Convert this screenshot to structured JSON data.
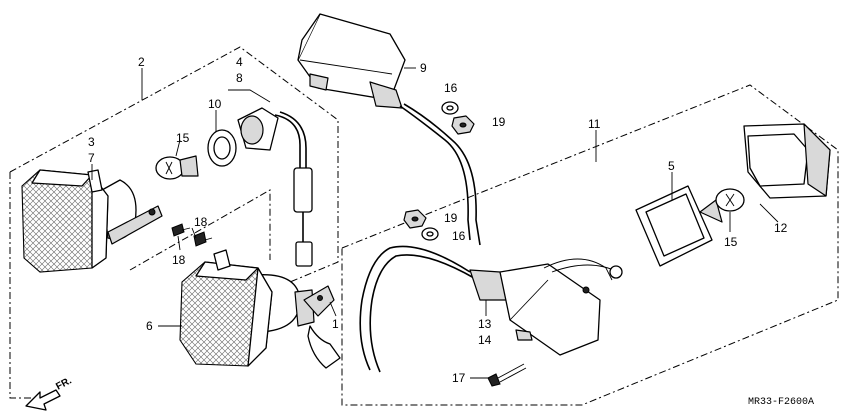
{
  "labels": {
    "l1": "1",
    "l2": "2",
    "l3": "3",
    "l4": "4",
    "l5": "5",
    "l6": "6",
    "l7": "7",
    "l8": "8",
    "l9": "9",
    "l10": "10",
    "l11": "11",
    "l12": "12",
    "l13": "13",
    "l14": "14",
    "l15a": "15",
    "l15b": "15",
    "l16a": "16",
    "l16b": "16",
    "l17": "17",
    "l18a": "18",
    "l18b": "18",
    "l19a": "19",
    "l19b": "19"
  },
  "direction_label": "FR.",
  "diagram_code": "MR33-F2600A"
}
